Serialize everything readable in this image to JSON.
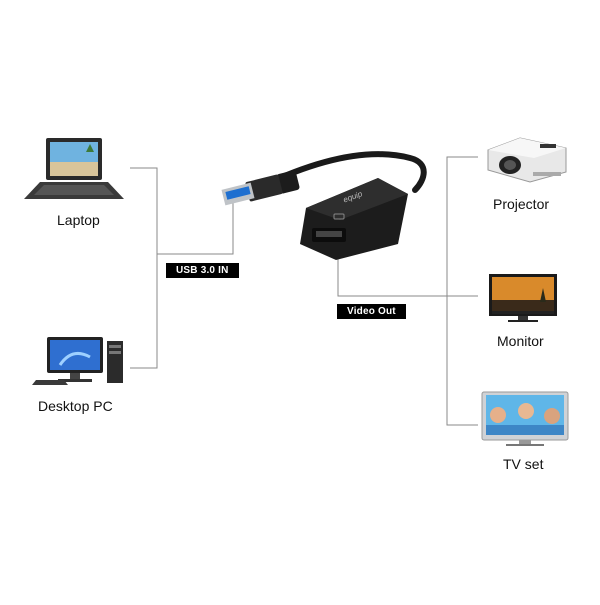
{
  "devices": {
    "laptop": "Laptop",
    "desktop": "Desktop PC",
    "projector": "Projector",
    "monitor": "Monitor",
    "tv": "TV set"
  },
  "tags": {
    "usb_in": "USB 3.0 IN",
    "video_out": "Video Out"
  },
  "adapter": {
    "brand": "equip"
  },
  "colors": {
    "line": "#8a8a8a",
    "adapter_body": "#1c1c1c",
    "usb_blue": "#1e6fd0",
    "tag_bg": "#000000"
  }
}
